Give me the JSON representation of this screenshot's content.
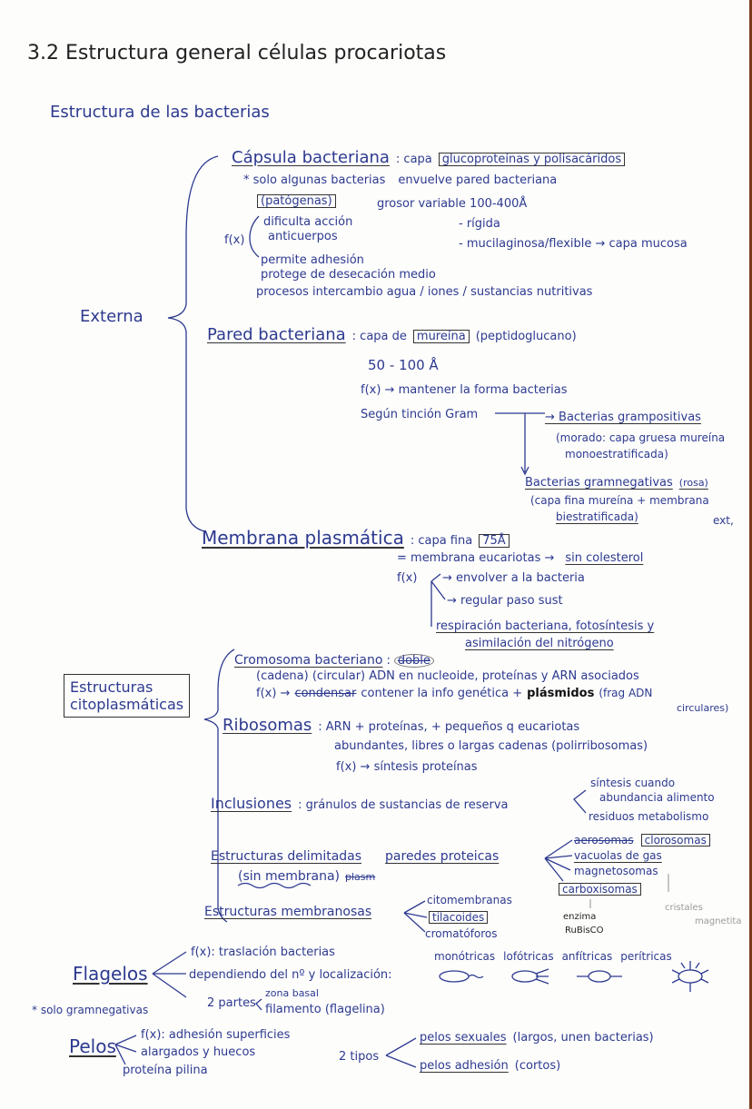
{
  "title": "3.2 Estructura general células procariotas",
  "subtitle": "Estructura de las bacterias",
  "ink_color": "#2d3a8f",
  "externa": {
    "label": "Externa",
    "capsula": {
      "heading": "Cápsula bacteriana",
      "def": ": capa",
      "boxed": "glucoproteínas y polisacáridos",
      "note": "* solo algunas bacterias",
      "envuelve": "envuelve pared bacteriana",
      "patogenas": "(patógenas)",
      "grosor": "grosor variable 100-400Å",
      "rigida": "- rígida",
      "mucilaginosa": "- mucilaginosa/flexible → capa mucosa",
      "fx": "f(x)",
      "functions": [
        "dificulta acción",
        "anticuerpos",
        "permite adhesión",
        "protege de desecación medio",
        "procesos intercambio agua / iones / sustancias nutritivas"
      ]
    },
    "pared": {
      "heading": "Pared bacteriana",
      "def": ": capa de",
      "boxed": "mureína",
      "paren": "(peptidoglucano)",
      "grosor": "50 - 100 Å",
      "fx": "f(x) → mantener la forma bacterias",
      "gram": "Según tinción Gram",
      "pos_title": "→ Bacterias grampositivas",
      "pos_1": "(morado: capa gruesa mureína",
      "pos_2": "monoestratificada)",
      "neg_title": "Bacterias gramnegativas",
      "neg_color": "(rosa)",
      "neg_1": "(capa fina mureína + membrana",
      "neg_2": "biestratificada)",
      "neg_ext": "ext,"
    },
    "membrana": {
      "heading": "Membrana plasmática",
      "def": ": capa fina",
      "boxed": "75Å",
      "eq": "= membrana eucariotas →",
      "sin": "sin colesterol",
      "fx": "f(x)",
      "f1": "→ envolver a la bacteria",
      "f2": "→ regular paso sust",
      "f3": "respiración bacteriana, fotosíntesis y",
      "f4": "asimilación del nitrógeno"
    }
  },
  "citoplasmaticas": {
    "label_1": "Estructuras",
    "label_2": "citoplasmáticas",
    "cromosoma": {
      "heading": "Cromosoma bacteriano",
      "colon": ":",
      "doble": "doble",
      "line1": "(cadena) (circular) ADN en nucleoide, proteínas y ARN asociados",
      "fx": "f(x) →",
      "struck": "condensar",
      "fx_rest": "contener la info genética +",
      "plasmidos": "plásmidos",
      "frag": "(frag ADN",
      "circ": "circulares)"
    },
    "ribosomas": {
      "heading": "Ribosomas",
      "line1": ": ARN + proteínas, + pequeños q eucariotas",
      "line2": "abundantes, libres o largas cadenas (polirribosomas)",
      "fx": "f(x) → síntesis proteínas"
    },
    "inclusiones": {
      "heading": "Inclusiones",
      "def": ": gránulos de sustancias de reserva",
      "b1": "síntesis cuando",
      "b1b": "abundancia alimento",
      "b2": "residuos metabolismo"
    },
    "delimitadas": {
      "heading": "Estructuras delimitadas",
      "sub": "(sin membrana)",
      "struck": "plasm",
      "paredes": "paredes proteicas",
      "items": [
        "aerosomas",
        "clorosomas",
        "vacuolas de gas",
        "magnetosomas",
        "carboxisomas"
      ],
      "notes": [
        "enzima",
        "RuBisCO",
        "cristales",
        "magnetita"
      ]
    },
    "membranosas": {
      "heading": "Estructuras membranosas",
      "items": [
        "citomembranas",
        "tilacoides",
        "cromatóforos"
      ]
    }
  },
  "flagelos": {
    "heading": "Flagelos",
    "fx": "f(x): traslación bacterias",
    "dep": "dependiendo del nº y localización:",
    "types": [
      "monótricas",
      "lofótricas",
      "anfítricas",
      "perítricas"
    ],
    "partes": "2 partes",
    "p1": "zona basal",
    "p2": "filamento (flagelina)",
    "note": "* solo gramnegativas"
  },
  "pelos": {
    "heading": "Pelos",
    "fx": "f(x): adhesión superficies",
    "l2": "alargados y huecos",
    "l3": "proteína pilina",
    "tipos": "2 tipos",
    "t1": "pelos sexuales",
    "t1b": "(largos, unen bacterias)",
    "t2": "pelos adhesión",
    "t2b": "(cortos)"
  }
}
